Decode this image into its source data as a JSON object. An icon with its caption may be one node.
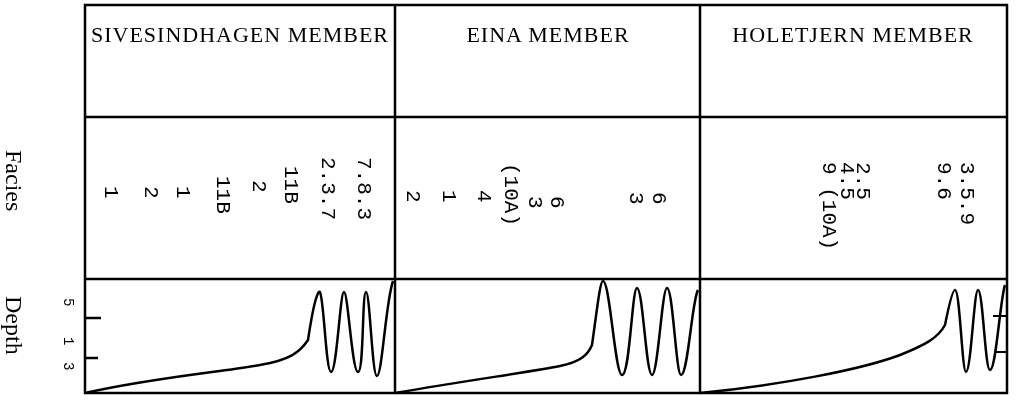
{
  "diagram": {
    "labels": [
      "SIVESINDHAGEN MEMBER",
      "EINA MEMBER",
      "HOLETJERN MEMBER",
      "Facies",
      "1",
      "2",
      "1",
      "11B",
      "2",
      "11B",
      "2.3.7",
      "7.8.3",
      "2",
      "1",
      "4",
      "(10A)",
      "3",
      "6",
      "3",
      "6",
      "9 (10A)",
      "4.5",
      "2.5",
      "9.6",
      "3.5.9",
      "Depth",
      "5",
      "1",
      "3"
    ]
  }
}
